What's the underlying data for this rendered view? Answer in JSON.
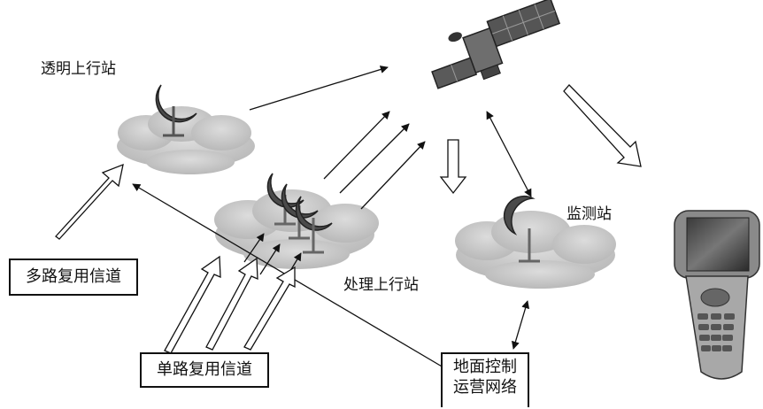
{
  "labels": {
    "transparent_uplink": "透明上行站",
    "processing_uplink": "处理上行站",
    "monitoring": "监测站"
  },
  "boxes": {
    "multiplex_channel": "多路复用信道",
    "single_channel": "单路复用信道",
    "ground_control_line1": "地面控制",
    "ground_control_line2": "运营网络"
  },
  "colors": {
    "cloud": "#c8c8c8",
    "dish": "#4a4a4a",
    "stroke": "#111111",
    "phone_body": "#9a9a9a"
  }
}
